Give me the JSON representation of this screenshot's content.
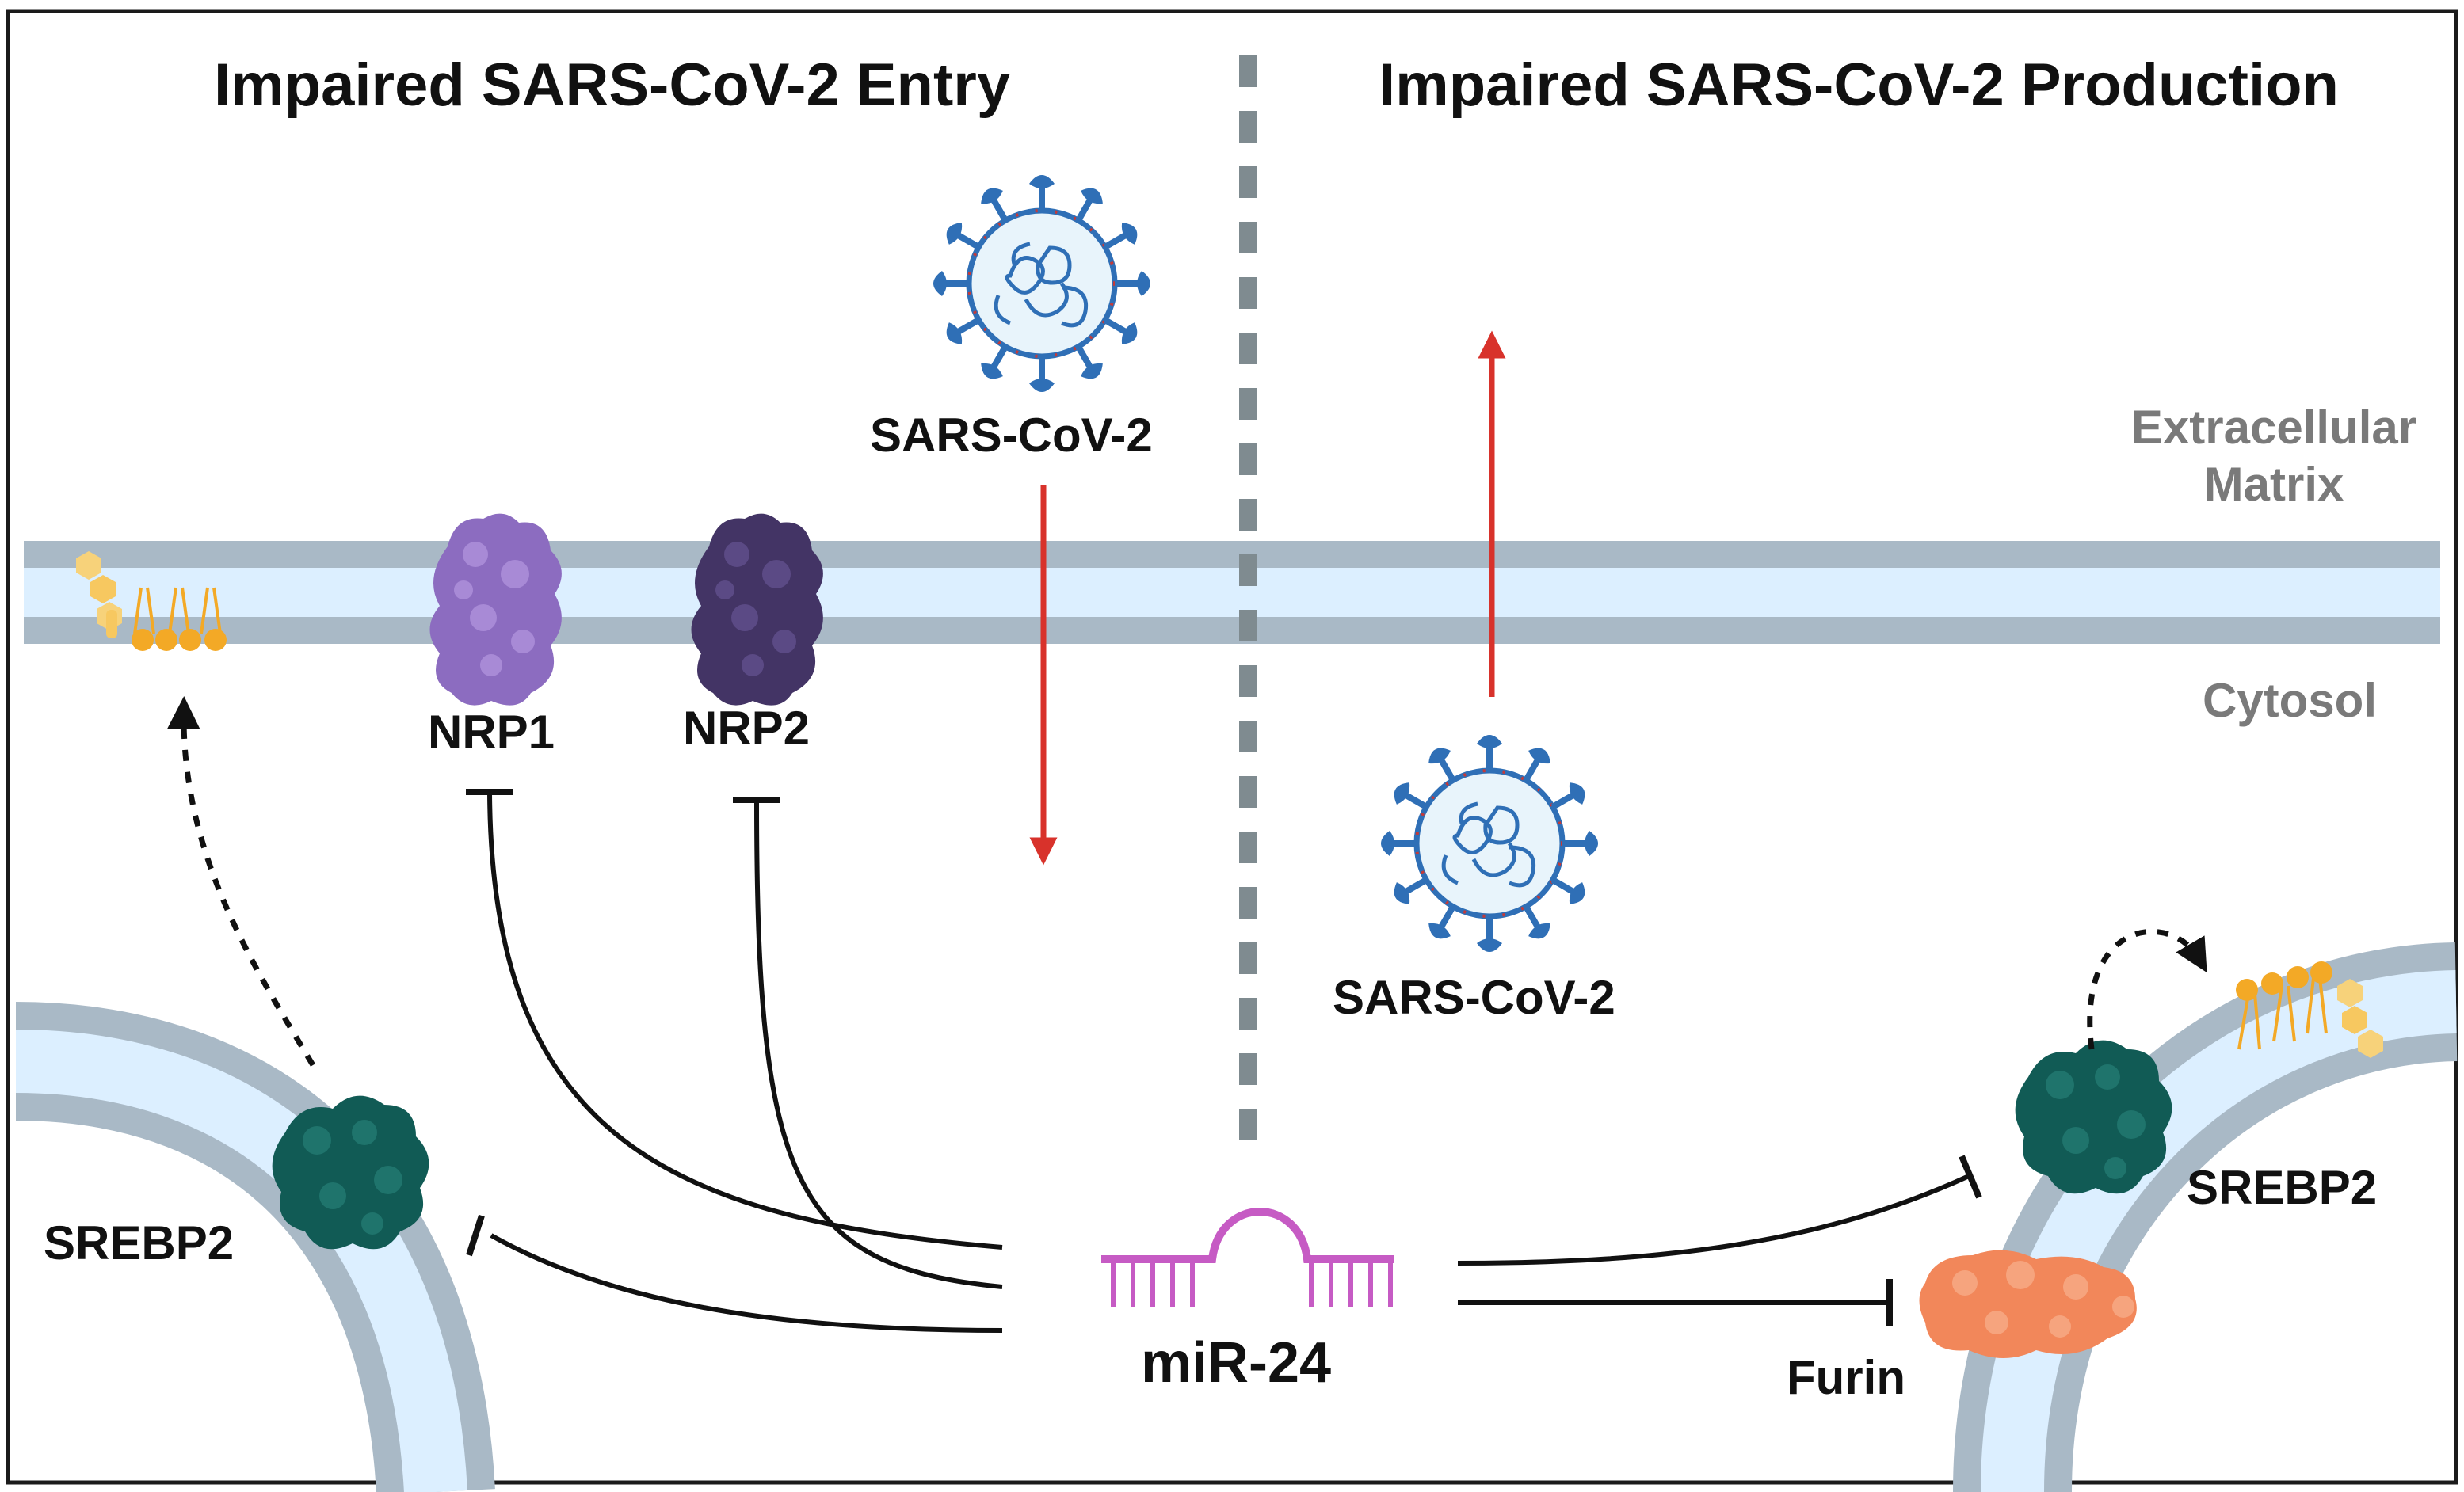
{
  "panels": {
    "left_title": "Impaired SARS-CoV-2 Entry",
    "right_title": "Impaired SARS-CoV-2 Production"
  },
  "regions": {
    "extracellular_line1": "Extracellular",
    "extracellular_line2": "Matrix",
    "cytosol": "Cytosol"
  },
  "labels": {
    "virus_left": "SARS-CoV-2",
    "virus_right": "SARS-CoV-2",
    "nrp1": "NRP1",
    "nrp2": "NRP2",
    "srebp2_left": "SREBP2",
    "srebp2_right": "SREBP2",
    "mirna": "miR-24",
    "furin": "Furin"
  },
  "colors": {
    "membrane_outer": "#a9b9c6",
    "membrane_inner": "#dcefff",
    "entry_arrow": "#d8322b",
    "nrp1": "#8c6cc0",
    "nrp2": "#433465",
    "srebp2": "#115b55",
    "furin": "#f2875a",
    "mirna": "#c65bc4",
    "virus": "#2f6fb6",
    "lipid": "#f3a926"
  }
}
